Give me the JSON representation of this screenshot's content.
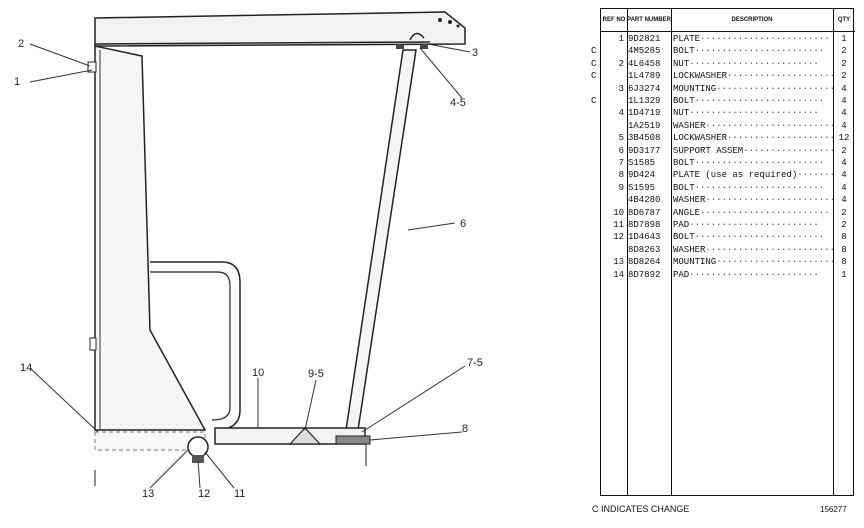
{
  "callouts": [
    "1",
    "2",
    "3",
    "4-5",
    "6",
    "7-5",
    "8",
    "9-5",
    "10",
    "11",
    "12",
    "13",
    "14"
  ],
  "table": {
    "headers": {
      "ref": "REF NO",
      "part": "PART NUMBER",
      "desc": "DESCRIPTION",
      "qty": "QTY"
    },
    "rows": [
      {
        "c": "",
        "ref": "1",
        "part": "9D2821",
        "desc": "PLATE",
        "qty": "1"
      },
      {
        "c": "C",
        "ref": "",
        "part": "4M5285",
        "desc": "BOLT",
        "qty": "2"
      },
      {
        "c": "C",
        "ref": "2",
        "part": "4L6458",
        "desc": "NUT",
        "qty": "2"
      },
      {
        "c": "C",
        "ref": "",
        "part": "1L4789",
        "desc": "LOCKWASHER",
        "qty": "2"
      },
      {
        "c": "",
        "ref": "3",
        "part": "6J3274",
        "desc": "MOUNTING",
        "qty": "4"
      },
      {
        "c": "C",
        "ref": "",
        "part": "1L1329",
        "desc": "BOLT",
        "qty": "4"
      },
      {
        "c": "",
        "ref": "4",
        "part": "1D4719",
        "desc": "NUT",
        "qty": "4"
      },
      {
        "c": "",
        "ref": "",
        "part": "1A2519",
        "desc": "WASHER",
        "qty": "4"
      },
      {
        "c": "",
        "ref": "5",
        "part": "3B4508",
        "desc": "LOCKWASHER",
        "qty": "12"
      },
      {
        "c": "",
        "ref": "6",
        "part": "9D3177",
        "desc": "SUPPORT ASSEM",
        "qty": "2"
      },
      {
        "c": "",
        "ref": "7",
        "part": "S1585",
        "desc": "BOLT",
        "qty": "4"
      },
      {
        "c": "",
        "ref": "8",
        "part": "9D424",
        "desc": "PLATE     (use as required)",
        "qty": "4"
      },
      {
        "c": "",
        "ref": "9",
        "part": "S1595",
        "desc": "BOLT",
        "qty": "4"
      },
      {
        "c": "",
        "ref": "",
        "part": "4B4280",
        "desc": "WASHER",
        "qty": "4"
      },
      {
        "c": "",
        "ref": "10",
        "part": "8D6787",
        "desc": "ANGLE",
        "qty": "2"
      },
      {
        "c": "",
        "ref": "11",
        "part": "8D7898",
        "desc": "PAD",
        "qty": "2"
      },
      {
        "c": "",
        "ref": "12",
        "part": "1D4643",
        "desc": "BOLT",
        "qty": "8"
      },
      {
        "c": "",
        "ref": "",
        "part": "8D8263",
        "desc": "WASHER",
        "qty": "8"
      },
      {
        "c": "",
        "ref": "13",
        "part": "8D8264",
        "desc": "MOUNTING",
        "qty": "8"
      },
      {
        "c": "",
        "ref": "14",
        "part": "8D7892",
        "desc": "PAD",
        "qty": "1"
      }
    ]
  },
  "footer_note": "C INDICATES CHANGE",
  "drawing_number": "156277"
}
